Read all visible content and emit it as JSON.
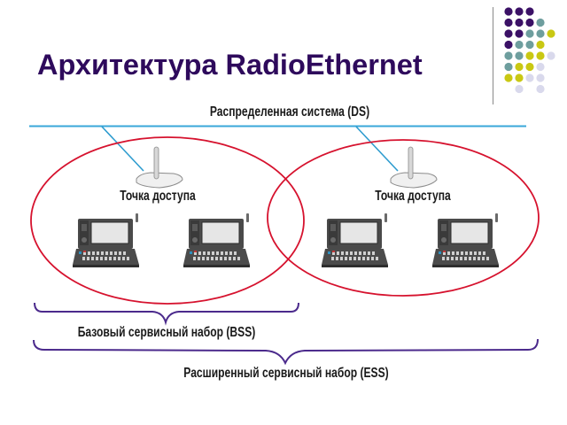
{
  "slide": {
    "title": "Архитектура RadioEthernet",
    "colors": {
      "title": "#2E0A5C",
      "ds_line": "#3AA7DA",
      "coverage_ellipse": "#D6122E",
      "brace": "#4B2A8C",
      "dot_purple": "#3B1166",
      "dot_teal": "#6E9E9E",
      "dot_yellow": "#C9C813",
      "dot_lavender": "#D9D9EC"
    },
    "decoration": {
      "dot_grid_rows": [
        [
          "purple",
          "purple",
          "purple"
        ],
        [
          "purple",
          "purple",
          "purple",
          "teal"
        ],
        [
          "purple",
          "purple",
          "teal",
          "teal",
          "yellow"
        ],
        [
          "purple",
          "teal",
          "teal",
          "yellow"
        ],
        [
          "teal",
          "teal",
          "yellow",
          "yellow",
          "lavender"
        ],
        [
          "teal",
          "yellow",
          "yellow",
          "lavender"
        ],
        [
          "yellow",
          "yellow",
          "lavender",
          "lavender"
        ],
        [
          "",
          "lavender",
          "",
          "lavender"
        ]
      ]
    }
  },
  "diagram": {
    "ds_label": "Распределенная система (DS)",
    "access_points": [
      {
        "label": "Точка доступа"
      },
      {
        "label": "Точка доступа"
      }
    ],
    "stations_per_bss": 2,
    "bss_label": "Базовый сервисный набор (BSS)",
    "ess_label": "Расширенный сервисный набор (ESS)"
  }
}
